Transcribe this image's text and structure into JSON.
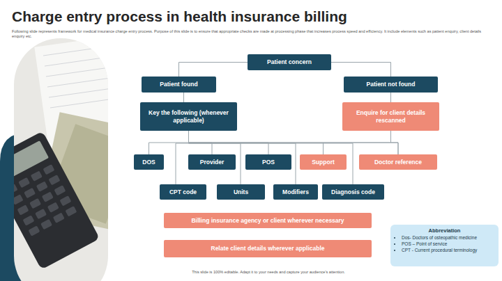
{
  "diagram": {
    "title": "Charge entry process in health insurance billing",
    "caption": "This slide is 100% editable. Adapt it to your needs and capture your audience's attention.",
    "nodes": [
      {
        "text": [
          "Patient concern"
        ]
      },
      {
        "text": [
          "Patient found"
        ]
      },
      {
        "text": [
          "Patient not found"
        ]
      },
      {
        "text": [
          "Key the following (whenever applicable)"
        ]
      },
      {
        "text": [
          "Enquire for client details rescanned"
        ]
      },
      {
        "text": [
          "DOS"
        ]
      },
      {
        "text": [
          "Provider"
        ]
      },
      {
        "text": [
          "POS"
        ]
      },
      {
        "text": [
          "Support"
        ]
      },
      {
        "text": [
          "Doctor reference"
        ]
      },
      {
        "text": [
          "CPT code"
        ]
      },
      {
        "text": [
          "Units"
        ]
      },
      {
        "text": [
          "Modifiers"
        ]
      },
      {
        "text": [
          "Diagnosis code"
        ]
      },
      {
        "text": [
          "Billing insurance agency or client wherever necessary"
        ]
      },
      {
        "text": [
          "Relate client details wherever applicable"
        ]
      },
      {
        "text": [
          "Abbreviation",
          "Dos- Doctors of osteopathic medicine",
          "POS – Point of service",
          "CPT - Current procedural terminology"
        ]
      }
    ],
    "edges": [
      {
        "from": 0,
        "to": 1,
        "arrow": "none"
      },
      {
        "from": 0,
        "to": 2,
        "arrow": "none"
      },
      {
        "from": 1,
        "to": 3,
        "arrow": "none"
      },
      {
        "from": 2,
        "to": 4,
        "arrow": "none"
      },
      {
        "from": 3,
        "to": 5,
        "arrow": "none"
      },
      {
        "from": 3,
        "to": 6,
        "arrow": "none"
      },
      {
        "from": 3,
        "to": 7,
        "arrow": "none"
      },
      {
        "from": 3,
        "to": 8,
        "arrow": "none"
      },
      {
        "from": 3,
        "to": 9,
        "arrow": "none"
      },
      {
        "from": 3,
        "to": 10,
        "arrow": "none"
      },
      {
        "from": 3,
        "to": 11,
        "arrow": "none"
      },
      {
        "from": 3,
        "to": 12,
        "arrow": "none"
      },
      {
        "from": 3,
        "to": 13,
        "arrow": "none"
      },
      {
        "from": 4,
        "to": 8,
        "arrow": "none"
      },
      {
        "from": 4,
        "to": 9,
        "arrow": "none"
      }
    ],
    "labels": [
      "Following slide represents framework for medical insurance charge entry process. Purpose of this slide is to ensure that appropriate checks are made at processing phase that increases process speed and efficiency. It include elements such as patient enquiry, client details enquiry etc."
    ]
  }
}
